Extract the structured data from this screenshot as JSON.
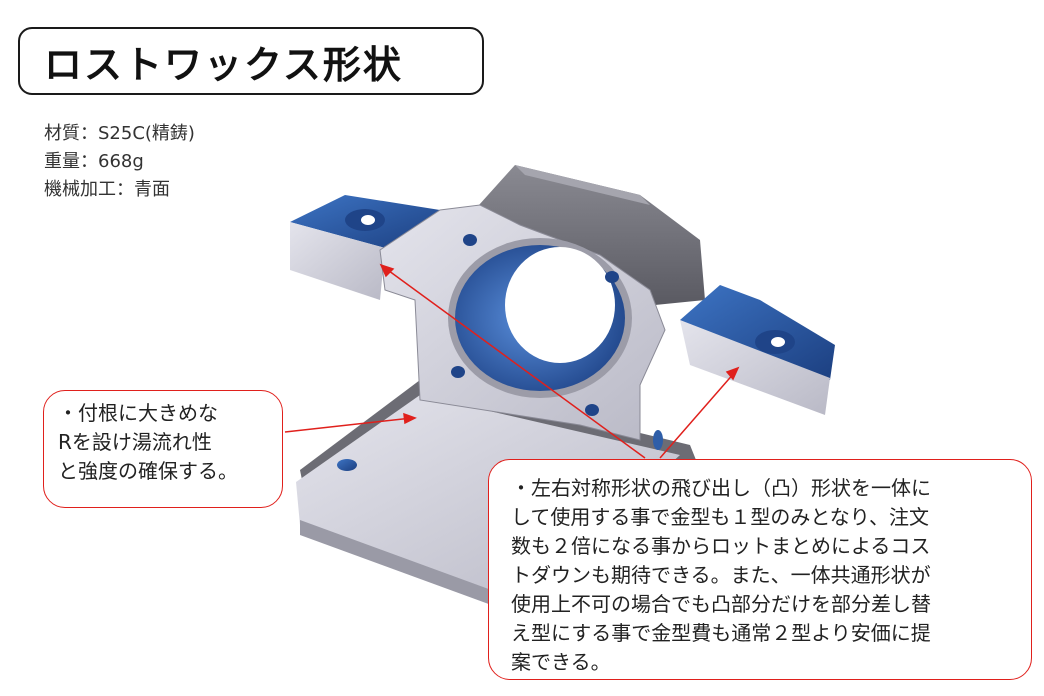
{
  "title": "ロストワックス形状",
  "specs": [
    "材質：S25C(精鋳)",
    "重量：668g",
    "機械加工：青面"
  ],
  "callout_left": {
    "lines": [
      "・付根に大きめな",
      "Rを設け湯流れ性",
      "と強度の確保する。"
    ]
  },
  "callout_right": {
    "lines": [
      "・左右対称形状の飛び出し（凸）形状を一体に",
      "して使用する事で金型も１型のみとなり、注文",
      "数も２倍になる事からロットまとめによるコス",
      "トダウンも期待できる。また、一体共通形状が",
      "使用上不可の場合でも凸部分だけを部分差し替",
      "え型にする事で金型費も通常２型より安価に提",
      "案できる。"
    ]
  },
  "colors": {
    "accent_red": "#e0201c",
    "machined_blue": "#2f5ea8",
    "cast_gray": "#c9c9d3"
  }
}
